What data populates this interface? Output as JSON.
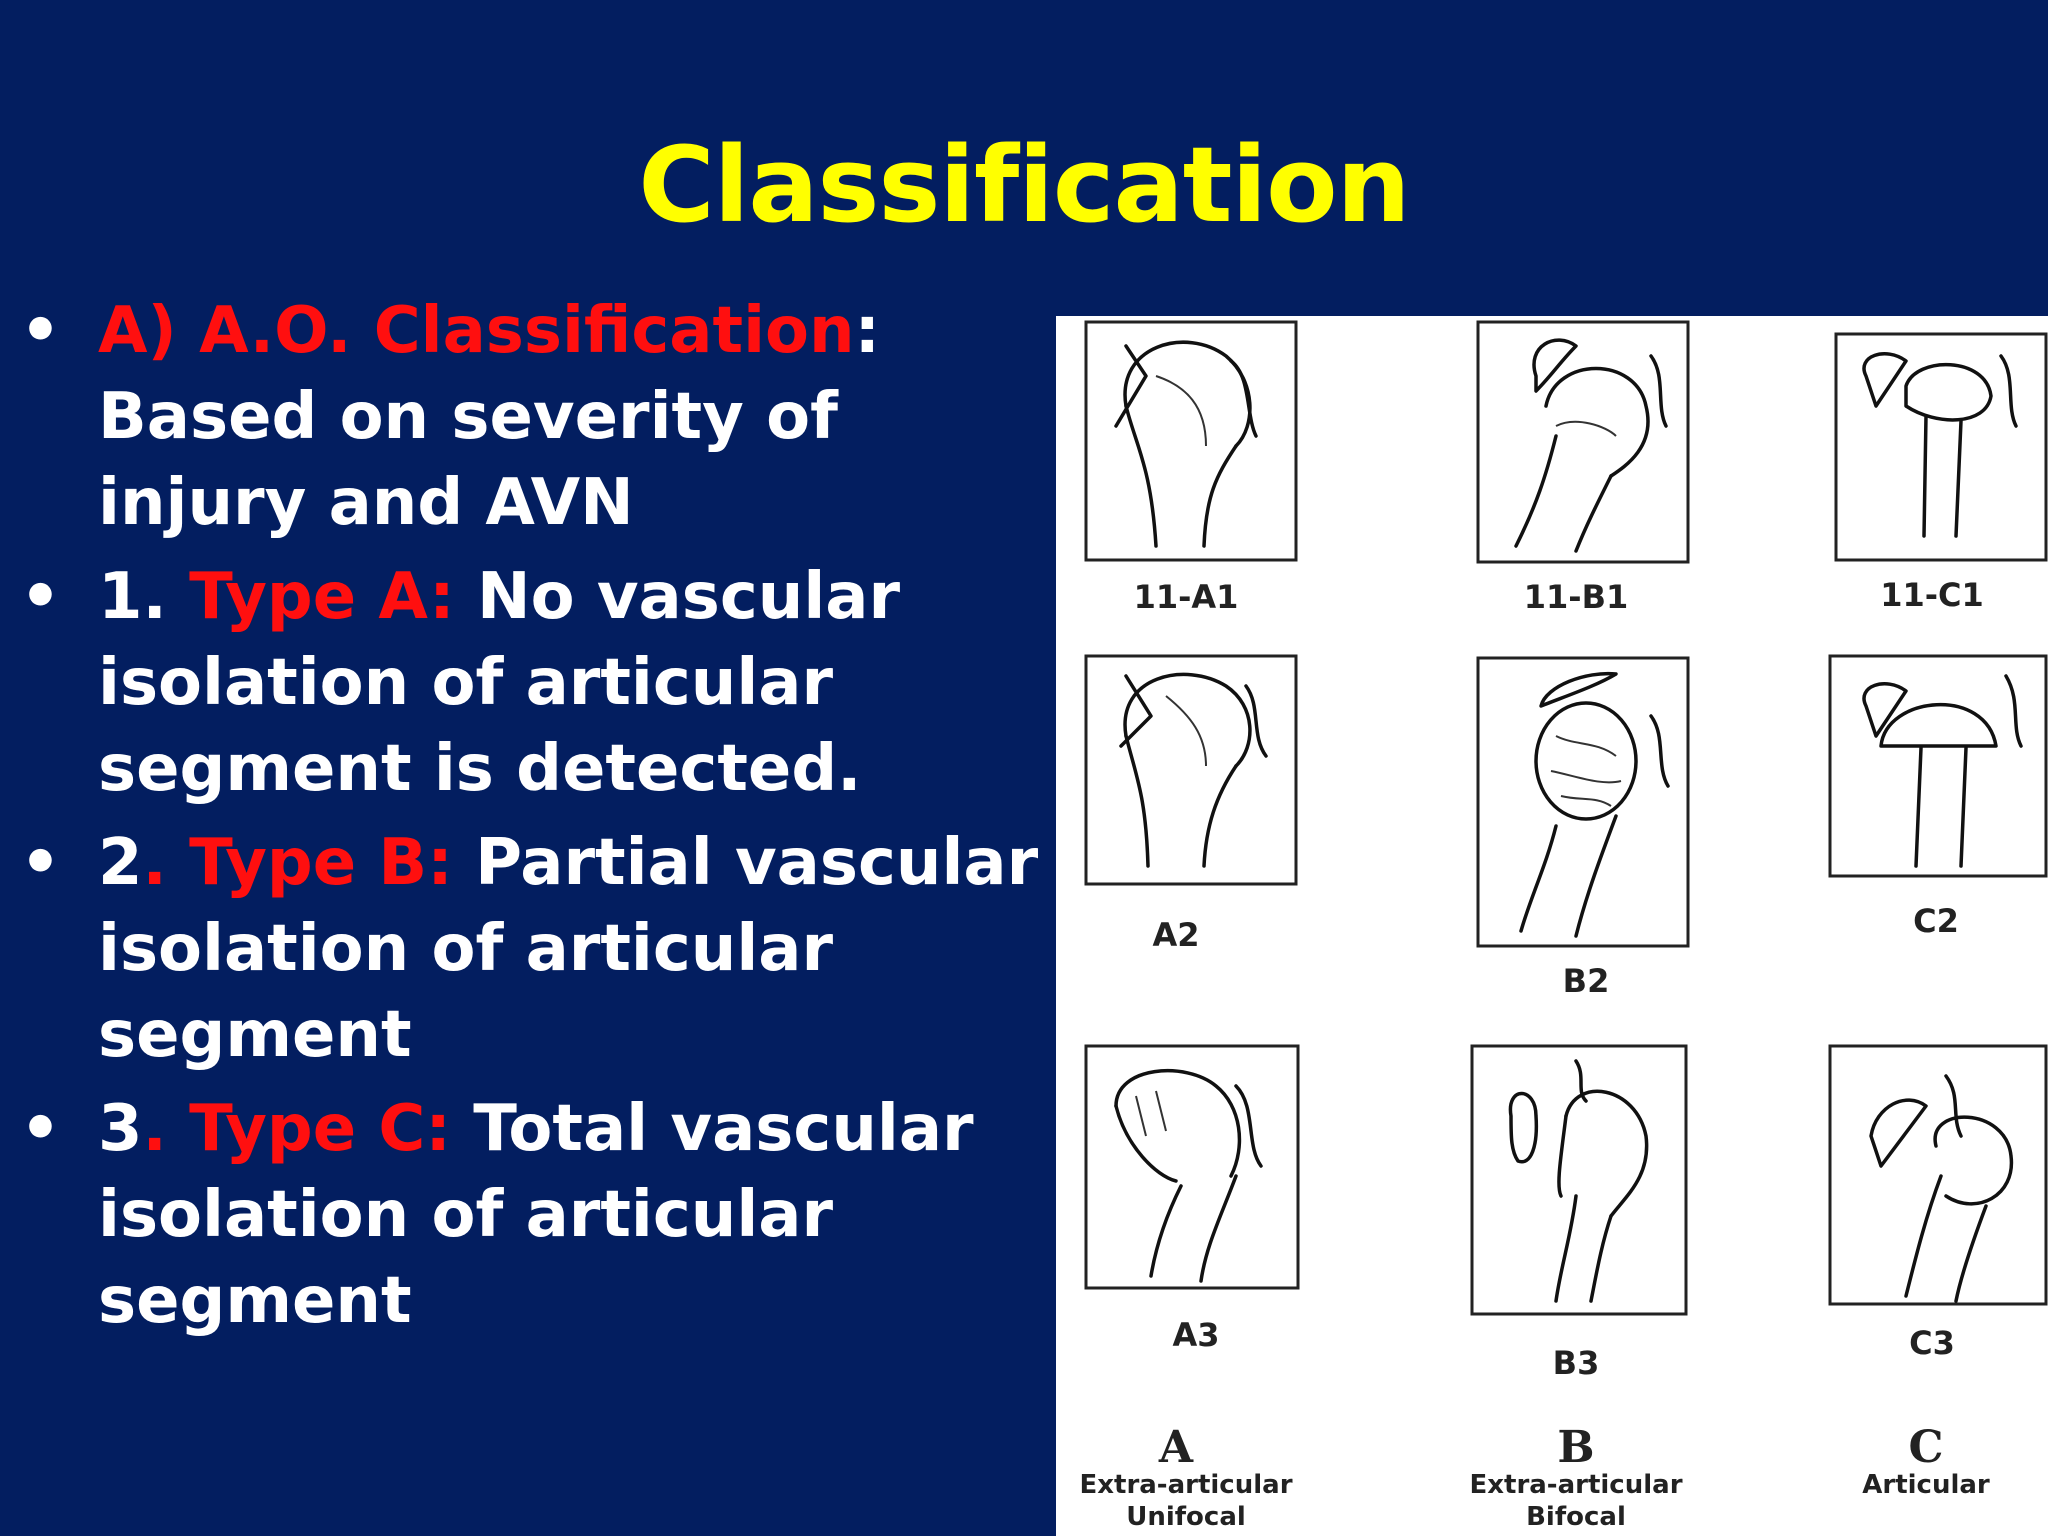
{
  "slide": {
    "title": "Classification",
    "bullets": [
      {
        "bullet": "•",
        "prefix": "",
        "red": "A) A.O. Classification",
        "sep": ":",
        "rest": " Based on severity of injury and AVN"
      },
      {
        "bullet": "•",
        "prefix": "1. ",
        "red": "Type A:",
        "sep": "",
        "rest": " No vascular isolation of articular segment is detected."
      },
      {
        "bullet": "•",
        "prefix": "2",
        "red": ". Type B:",
        "sep": "",
        "rest": " Partial vascular isolation of articular segment"
      },
      {
        "bullet": "•",
        "prefix": "3",
        "red": ". Type C:",
        "sep": "",
        "rest": " Total vascular isolation of articular segment"
      }
    ]
  },
  "figure": {
    "labels": {
      "a1": "11-A1",
      "b1": "11-B1",
      "c1": "11-C1",
      "a2": "A2",
      "b2": "B2",
      "c2": "C2",
      "a3": "A3",
      "b3": "B3",
      "c3": "C3"
    },
    "groups": [
      {
        "letter": "A",
        "line1": "Extra-articular",
        "line2": "Unifocal"
      },
      {
        "letter": "B",
        "line1": "Extra-articular",
        "line2": "Bifocal"
      },
      {
        "letter": "C",
        "line1": "Articular",
        "line2": ""
      }
    ]
  },
  "colors": {
    "background": "#031E60",
    "title": "#FFFF00",
    "highlight": "#FF0F0F",
    "text": "#FFFFFF"
  }
}
